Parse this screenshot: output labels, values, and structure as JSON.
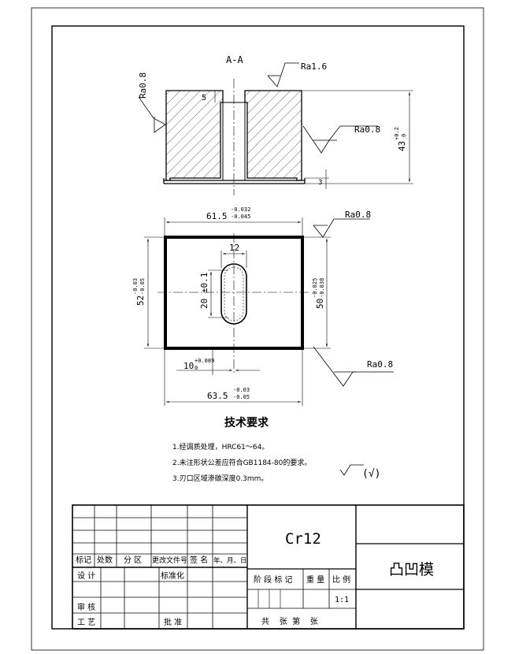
{
  "drawing": {
    "section_label": "A-A",
    "part_name": "凸凹模",
    "material": "Cr12",
    "scale": "1:1",
    "surface_marks": {
      "top": "Ra1.6",
      "left": "Ra0.8",
      "side": "Ra0.8",
      "plan_top": "Ra0.8",
      "plan_bottom": "Ra0.8",
      "general": "(√)"
    },
    "section_dims": {
      "counterbore_depth": "5",
      "step_height": "3",
      "height_base": "43",
      "height_tol_upper": "+0.2",
      "height_tol_lower": "0"
    },
    "plan_dims": {
      "top_width_base": "61.5",
      "top_width_tol_upper": "-0.032",
      "top_width_tol_lower": "-0.045",
      "slot_width": "12",
      "slot_length": "20 ±0.1",
      "left_height_base": "52",
      "left_height_tol_upper": "-0.03",
      "left_height_tol_lower": "-0.05",
      "right_height_base": "50",
      "right_height_tol_upper": "-0.025",
      "right_height_tol_lower": "-0.038",
      "offset_base": "10",
      "offset_tol_upper": "+0.089",
      "offset_tol_lower": "0",
      "bottom_width_base": "63.5",
      "bottom_width_tol_upper": "-0.03",
      "bottom_width_tol_lower": "-0.05"
    },
    "tech_requirements": {
      "title": "技术要求",
      "items": [
        "1.经调质处理，HRC61～64。",
        "2.未注形状公差应符合GB1184-80的要求。",
        "3.刃口区域渗碳深度0.3mm。"
      ]
    },
    "title_block": {
      "header_marks": "标记",
      "header_count": "处数",
      "header_zone": "分 区",
      "header_doc": "更改文件号",
      "header_sign": "签 名",
      "header_date": "年、月、日",
      "design": "设 计",
      "standardize": "标准化",
      "review": "审 核",
      "process": "工 艺",
      "approve": "批 准",
      "stage_mark": "阶 段 标 记",
      "weight": "重 量",
      "ratio": "比 例",
      "sheet_count": "共    张  第    张"
    }
  }
}
